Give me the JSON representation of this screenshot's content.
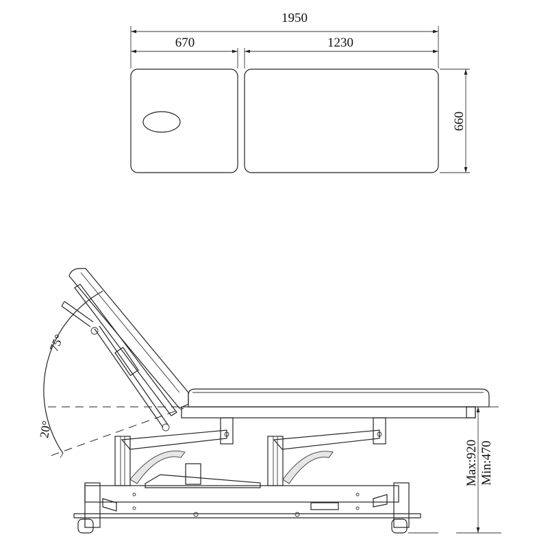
{
  "top_view": {
    "overall_length": "1950",
    "head_section_length": "670",
    "body_section_length": "1230",
    "width": "660"
  },
  "side_view": {
    "backrest_angle_up": "75°",
    "backrest_angle_down": "20°",
    "height_max": "Max:920",
    "height_min": "Min:470"
  }
}
